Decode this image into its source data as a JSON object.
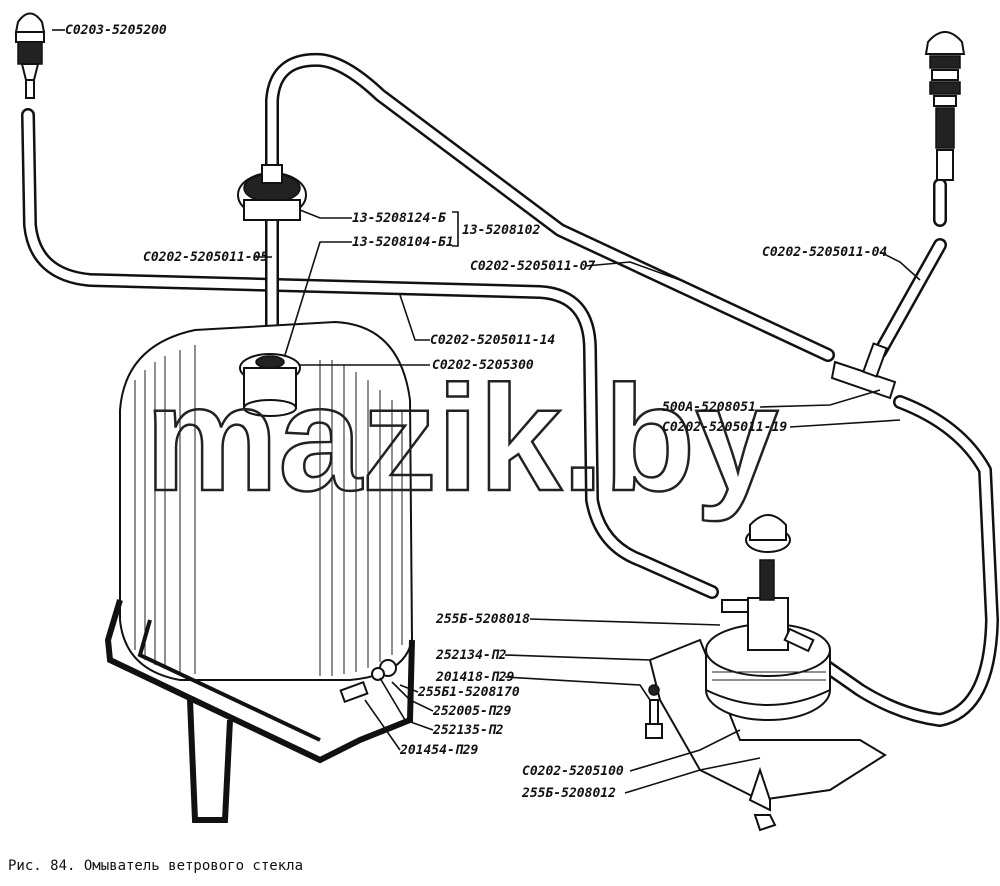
{
  "caption": "Рис. 84. Омыватель ветрового стекла",
  "watermark": "mazik.by",
  "labels": {
    "l01": "С0203-5205200",
    "l02": "13-5208124-Б",
    "l03": "13-5208104-Б1",
    "l04": "13-5208102",
    "l05": "С0202-5205011-05",
    "l06": "С0202-5205011-07",
    "l07": "С0202-5205011-04",
    "l08": "С0202-5205011-14",
    "l09": "С0202-5205300",
    "l10": "500А-5208051",
    "l11": "С0202-5205011-19",
    "l12": "255Б-5208018",
    "l13": "252134-П2",
    "l14": "201418-П29",
    "l15": "255Б1-5208170",
    "l16": "252005-П29",
    "l17": "252135-П2",
    "l18": "201454-П29",
    "l19": "С0202-5205100",
    "l20": "255Б-5208012"
  }
}
